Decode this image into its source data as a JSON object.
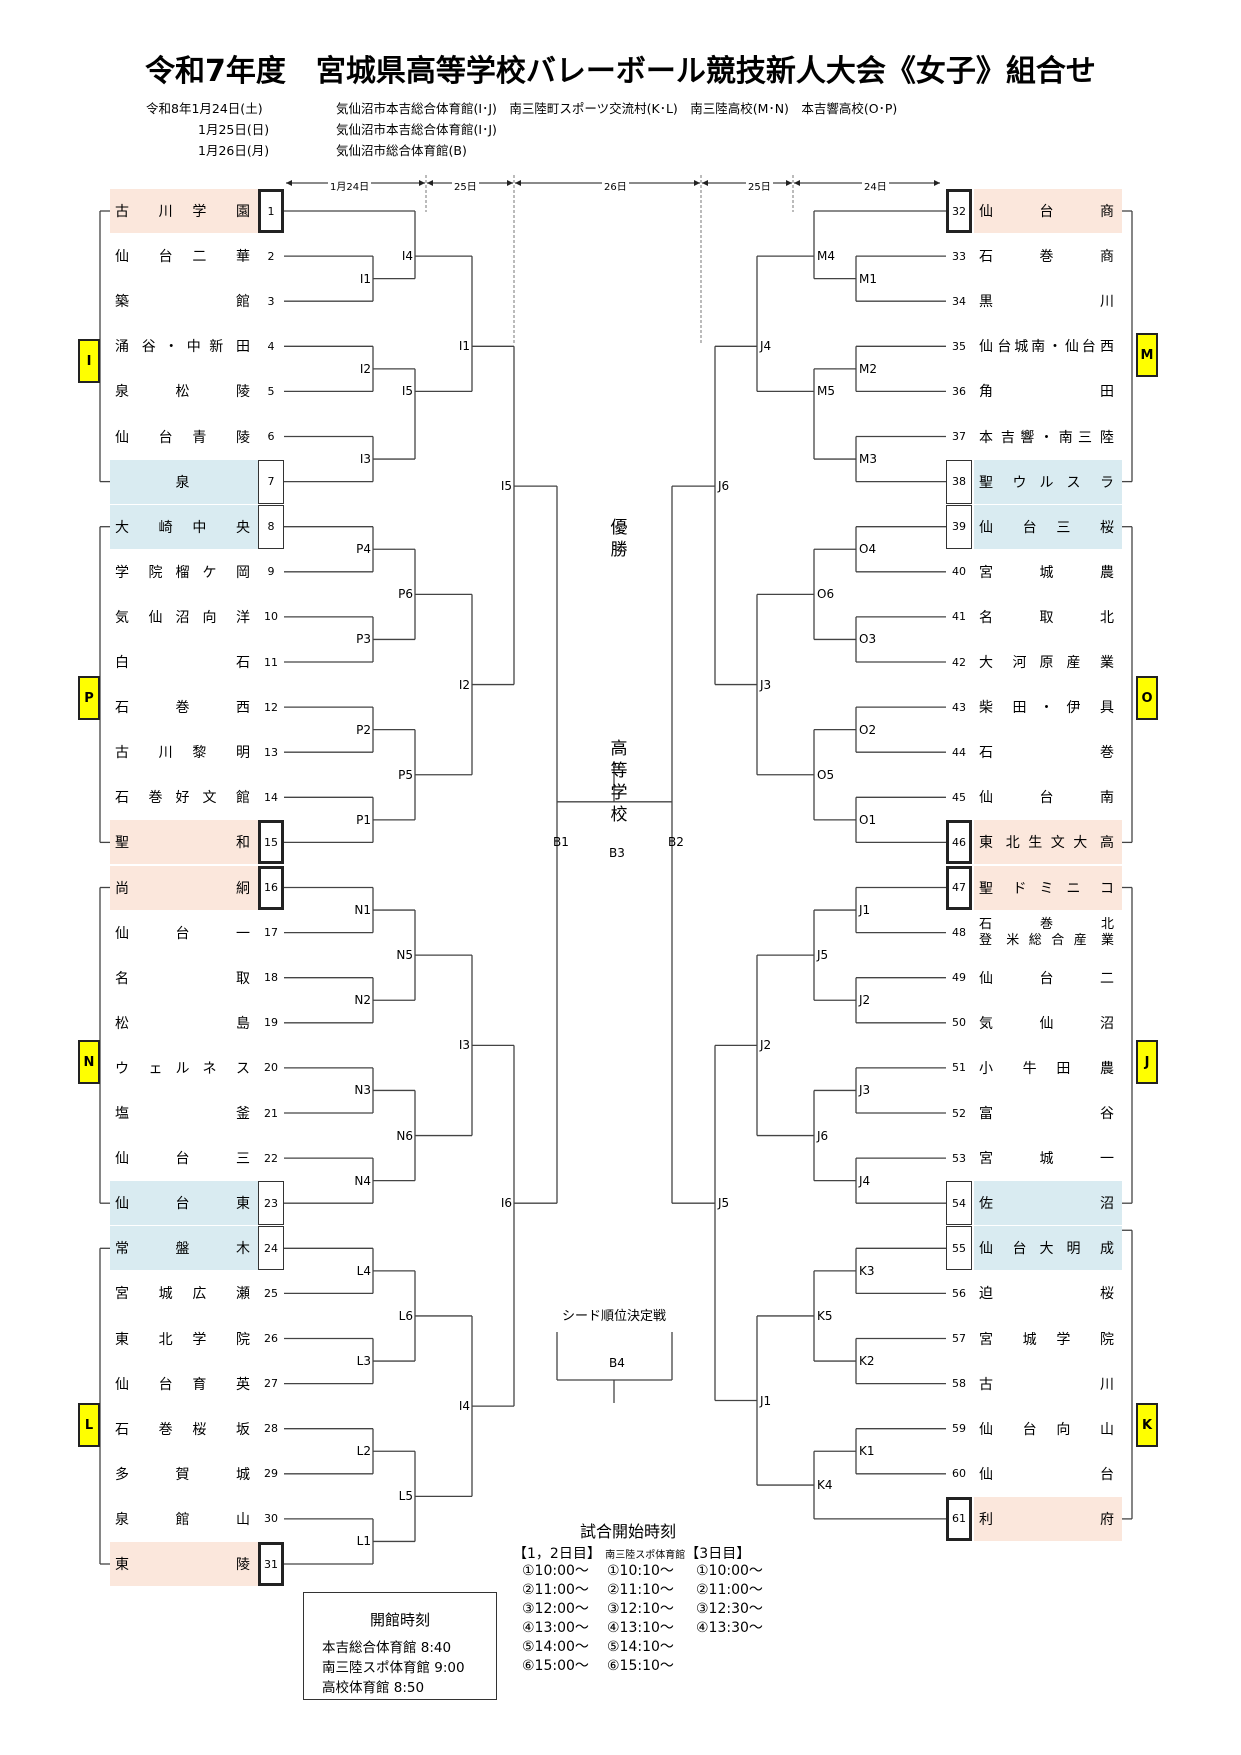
{
  "title": "令和7年度　宮城県高等学校バレーボール競技新人大会《女子》組合せ",
  "schedule": [
    {
      "date": "令和8年1月24日(土)",
      "venues": "気仙沼市本吉総合体育館(I･J)　南三陸町スポーツ交流村(K･L)　南三陸高校(M･N)　本吉響高校(O･P)"
    },
    {
      "date": "1月25日(日)",
      "venues": "気仙沼市本吉総合体育館(I･J)"
    },
    {
      "date": "1月26日(月)",
      "venues": "気仙沼市総合体育館(B)"
    }
  ],
  "day_labels": {
    "left_d1": "1月24日",
    "left_d2": "25日",
    "center": "26日",
    "right_d2": "25日",
    "right_d1": "24日"
  },
  "groups": {
    "I": "I",
    "P": "P",
    "N": "N",
    "L": "L",
    "M": "M",
    "O": "O",
    "J": "J",
    "K": "K"
  },
  "teams_left": [
    {
      "no": "1",
      "name": "古川学園",
      "seed": "peach",
      "box": "seed"
    },
    {
      "no": "2",
      "name": "仙台二華"
    },
    {
      "no": "3",
      "name": "築館"
    },
    {
      "no": "4",
      "name": "涌谷・中新田"
    },
    {
      "no": "5",
      "name": "泉松陵"
    },
    {
      "no": "6",
      "name": "仙台青陵"
    },
    {
      "no": "7",
      "name": "泉",
      "seed": "blue",
      "box": "plain",
      "center": true
    },
    {
      "no": "8",
      "name": "大崎中央",
      "seed": "blue",
      "box": "plain"
    },
    {
      "no": "9",
      "name": "学院榴ケ岡"
    },
    {
      "no": "10",
      "name": "気仙沼向洋"
    },
    {
      "no": "11",
      "name": "白石"
    },
    {
      "no": "12",
      "name": "石巻西"
    },
    {
      "no": "13",
      "name": "古川黎明"
    },
    {
      "no": "14",
      "name": "石巻好文館"
    },
    {
      "no": "15",
      "name": "聖和",
      "seed": "peach",
      "box": "seed"
    },
    {
      "no": "16",
      "name": "尚絅",
      "seed": "peach",
      "box": "seed"
    },
    {
      "no": "17",
      "name": "仙台一"
    },
    {
      "no": "18",
      "name": "名取"
    },
    {
      "no": "19",
      "name": "松島"
    },
    {
      "no": "20",
      "name": "ウェルネス"
    },
    {
      "no": "21",
      "name": "塩釜"
    },
    {
      "no": "22",
      "name": "仙台三"
    },
    {
      "no": "23",
      "name": "仙台東",
      "seed": "blue",
      "box": "plain"
    },
    {
      "no": "24",
      "name": "常盤木",
      "seed": "blue",
      "box": "plain"
    },
    {
      "no": "25",
      "name": "宮城広瀬"
    },
    {
      "no": "26",
      "name": "東北学院"
    },
    {
      "no": "27",
      "name": "仙台育英"
    },
    {
      "no": "28",
      "name": "石巻桜坂"
    },
    {
      "no": "29",
      "name": "多賀城"
    },
    {
      "no": "30",
      "name": "泉館山"
    },
    {
      "no": "31",
      "name": "東陵",
      "seed": "peach",
      "box": "seed"
    }
  ],
  "teams_right": [
    {
      "no": "32",
      "name": "仙台商",
      "seed": "peach",
      "box": "seed"
    },
    {
      "no": "33",
      "name": "石巻商"
    },
    {
      "no": "34",
      "name": "黒川"
    },
    {
      "no": "35",
      "name": "仙台城南・仙台西"
    },
    {
      "no": "36",
      "name": "角田"
    },
    {
      "no": "37",
      "name": "本吉響・南三陸"
    },
    {
      "no": "38",
      "name": "聖ウルスラ",
      "seed": "blue",
      "box": "plain"
    },
    {
      "no": "39",
      "name": "仙台三桜",
      "seed": "blue",
      "box": "plain"
    },
    {
      "no": "40",
      "name": "宮城農"
    },
    {
      "no": "41",
      "name": "名取北"
    },
    {
      "no": "42",
      "name": "大河原産業"
    },
    {
      "no": "43",
      "name": "柴田・伊具"
    },
    {
      "no": "44",
      "name": "石巻"
    },
    {
      "no": "45",
      "name": "仙台南"
    },
    {
      "no": "46",
      "name": "東北生文大高",
      "seed": "peach",
      "box": "seed"
    },
    {
      "no": "47",
      "name": "聖ドミニコ",
      "seed": "peach",
      "box": "seed"
    },
    {
      "no": "48",
      "name": "石巻北",
      "name2": "登米総合産業"
    },
    {
      "no": "49",
      "name": "仙台二"
    },
    {
      "no": "50",
      "name": "気仙沼"
    },
    {
      "no": "51",
      "name": "小牛田農"
    },
    {
      "no": "52",
      "name": "富谷"
    },
    {
      "no": "53",
      "name": "宮城一"
    },
    {
      "no": "54",
      "name": "佐沼",
      "seed": "blue",
      "box": "plain"
    },
    {
      "no": "55",
      "name": "仙台大明成",
      "seed": "blue",
      "box": "plain"
    },
    {
      "no": "56",
      "name": "迫桜"
    },
    {
      "no": "57",
      "name": "宮城学院"
    },
    {
      "no": "58",
      "name": "古川"
    },
    {
      "no": "59",
      "name": "仙台向山"
    },
    {
      "no": "60",
      "name": "仙台"
    },
    {
      "no": "61",
      "name": "利府",
      "seed": "peach",
      "box": "seed"
    }
  ],
  "center": {
    "champion": "優勝",
    "category": "高等学校",
    "final": "B3",
    "semi_left": "B1",
    "semi_right": "B2",
    "seed_playoff_label": "シード順位決定戦",
    "seed_playoff": "B4"
  },
  "opening": {
    "title": "開館時刻",
    "items": [
      "本吉総合体育館  8:40",
      "南三陸スポ体育館  9:00",
      "高校体育館  8:50"
    ]
  },
  "start_times": {
    "title": "試合開始時刻",
    "head_a": "【1，2日目】",
    "head_b": "南三陸スポ体育館",
    "head_c": "【3日目】",
    "col_a": [
      "①10:00～",
      "②11:00～",
      "③12:00～",
      "④13:00～",
      "⑤14:00～",
      "⑥15:00～"
    ],
    "col_b": [
      "①10:10～",
      "②11:10～",
      "③12:10～",
      "④13:10～",
      "⑤14:10～",
      "⑥15:10～"
    ],
    "col_c": [
      "①10:00～",
      "②11:00～",
      "③12:30～",
      "④13:30～"
    ]
  },
  "match_labels_left": {
    "I1a": "I1",
    "I2a": "I2",
    "I3a": "I3",
    "I4a": "I4",
    "I5a": "I5",
    "I1b": "I1",
    "P1": "P1",
    "P2": "P2",
    "P3": "P3",
    "P4": "P4",
    "P5": "P5",
    "P6": "P6",
    "I2b": "I2",
    "I5b": "I5",
    "N1": "N1",
    "N2": "N2",
    "N3": "N3",
    "N4": "N4",
    "N5": "N5",
    "N6": "N6",
    "I3b": "I3",
    "L1": "L1",
    "L2": "L2",
    "L3": "L3",
    "L4": "L4",
    "L5": "L5",
    "L6": "L6",
    "I4b": "I4",
    "I6": "I6"
  },
  "match_labels_right": {
    "M1": "M1",
    "M2": "M2",
    "M3": "M3",
    "M4": "M4",
    "M5": "M5",
    "J4a": "J4",
    "O1": "O1",
    "O2": "O2",
    "O3": "O3",
    "O4": "O4",
    "O5": "O5",
    "O6": "O6",
    "J3a": "J3",
    "J6a": "J6",
    "J1b": "J1",
    "J2b": "J2",
    "J3b": "J3",
    "J4b": "J4",
    "J5b": "J5",
    "J6b": "J6",
    "J2a": "J2",
    "K1": "K1",
    "K2": "K2",
    "K3": "K3",
    "K4": "K4",
    "K5": "K5",
    "J1a": "J1",
    "J5a": "J5"
  }
}
